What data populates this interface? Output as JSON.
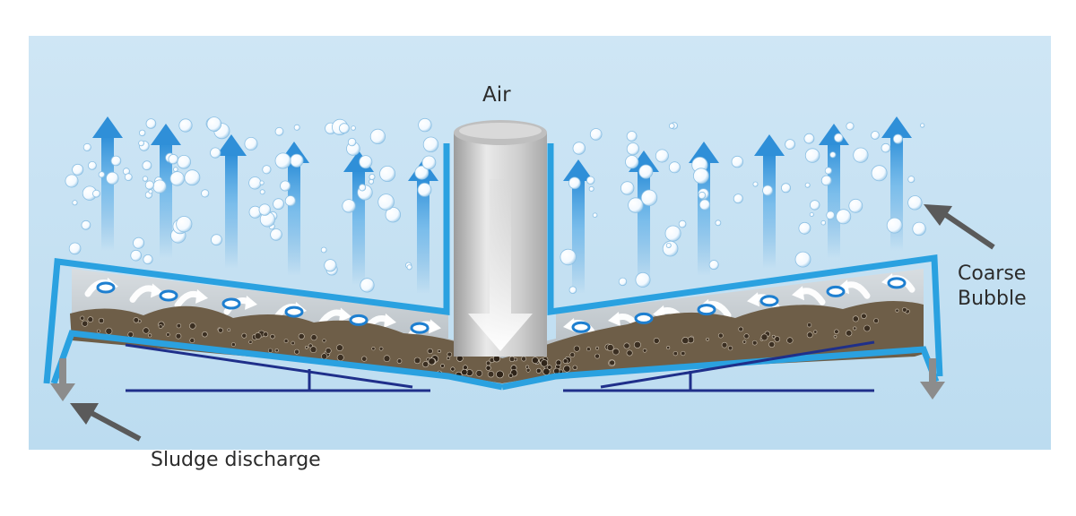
{
  "labels": {
    "air": "Air",
    "coarse_bubble_line1": "Coarse",
    "coarse_bubble_line2": "Bubble",
    "sludge_discharge": "Sludge discharge"
  },
  "colors": {
    "water_background": "#c9e3f3",
    "tank_wall": "#2aa1e0",
    "support_frame": "#1f2f8a",
    "sludge": "#6b5a45",
    "bubble_arrow": "#2f8fd8",
    "pointer_arrow": "#5a5a5a",
    "air_pipe": "#b8b8b8"
  },
  "icons": {
    "upward_arrows": "bubble-up-arrow-icon",
    "air_flow": "air-down-arrow-icon",
    "pointer": "pointer-arrow-icon"
  }
}
